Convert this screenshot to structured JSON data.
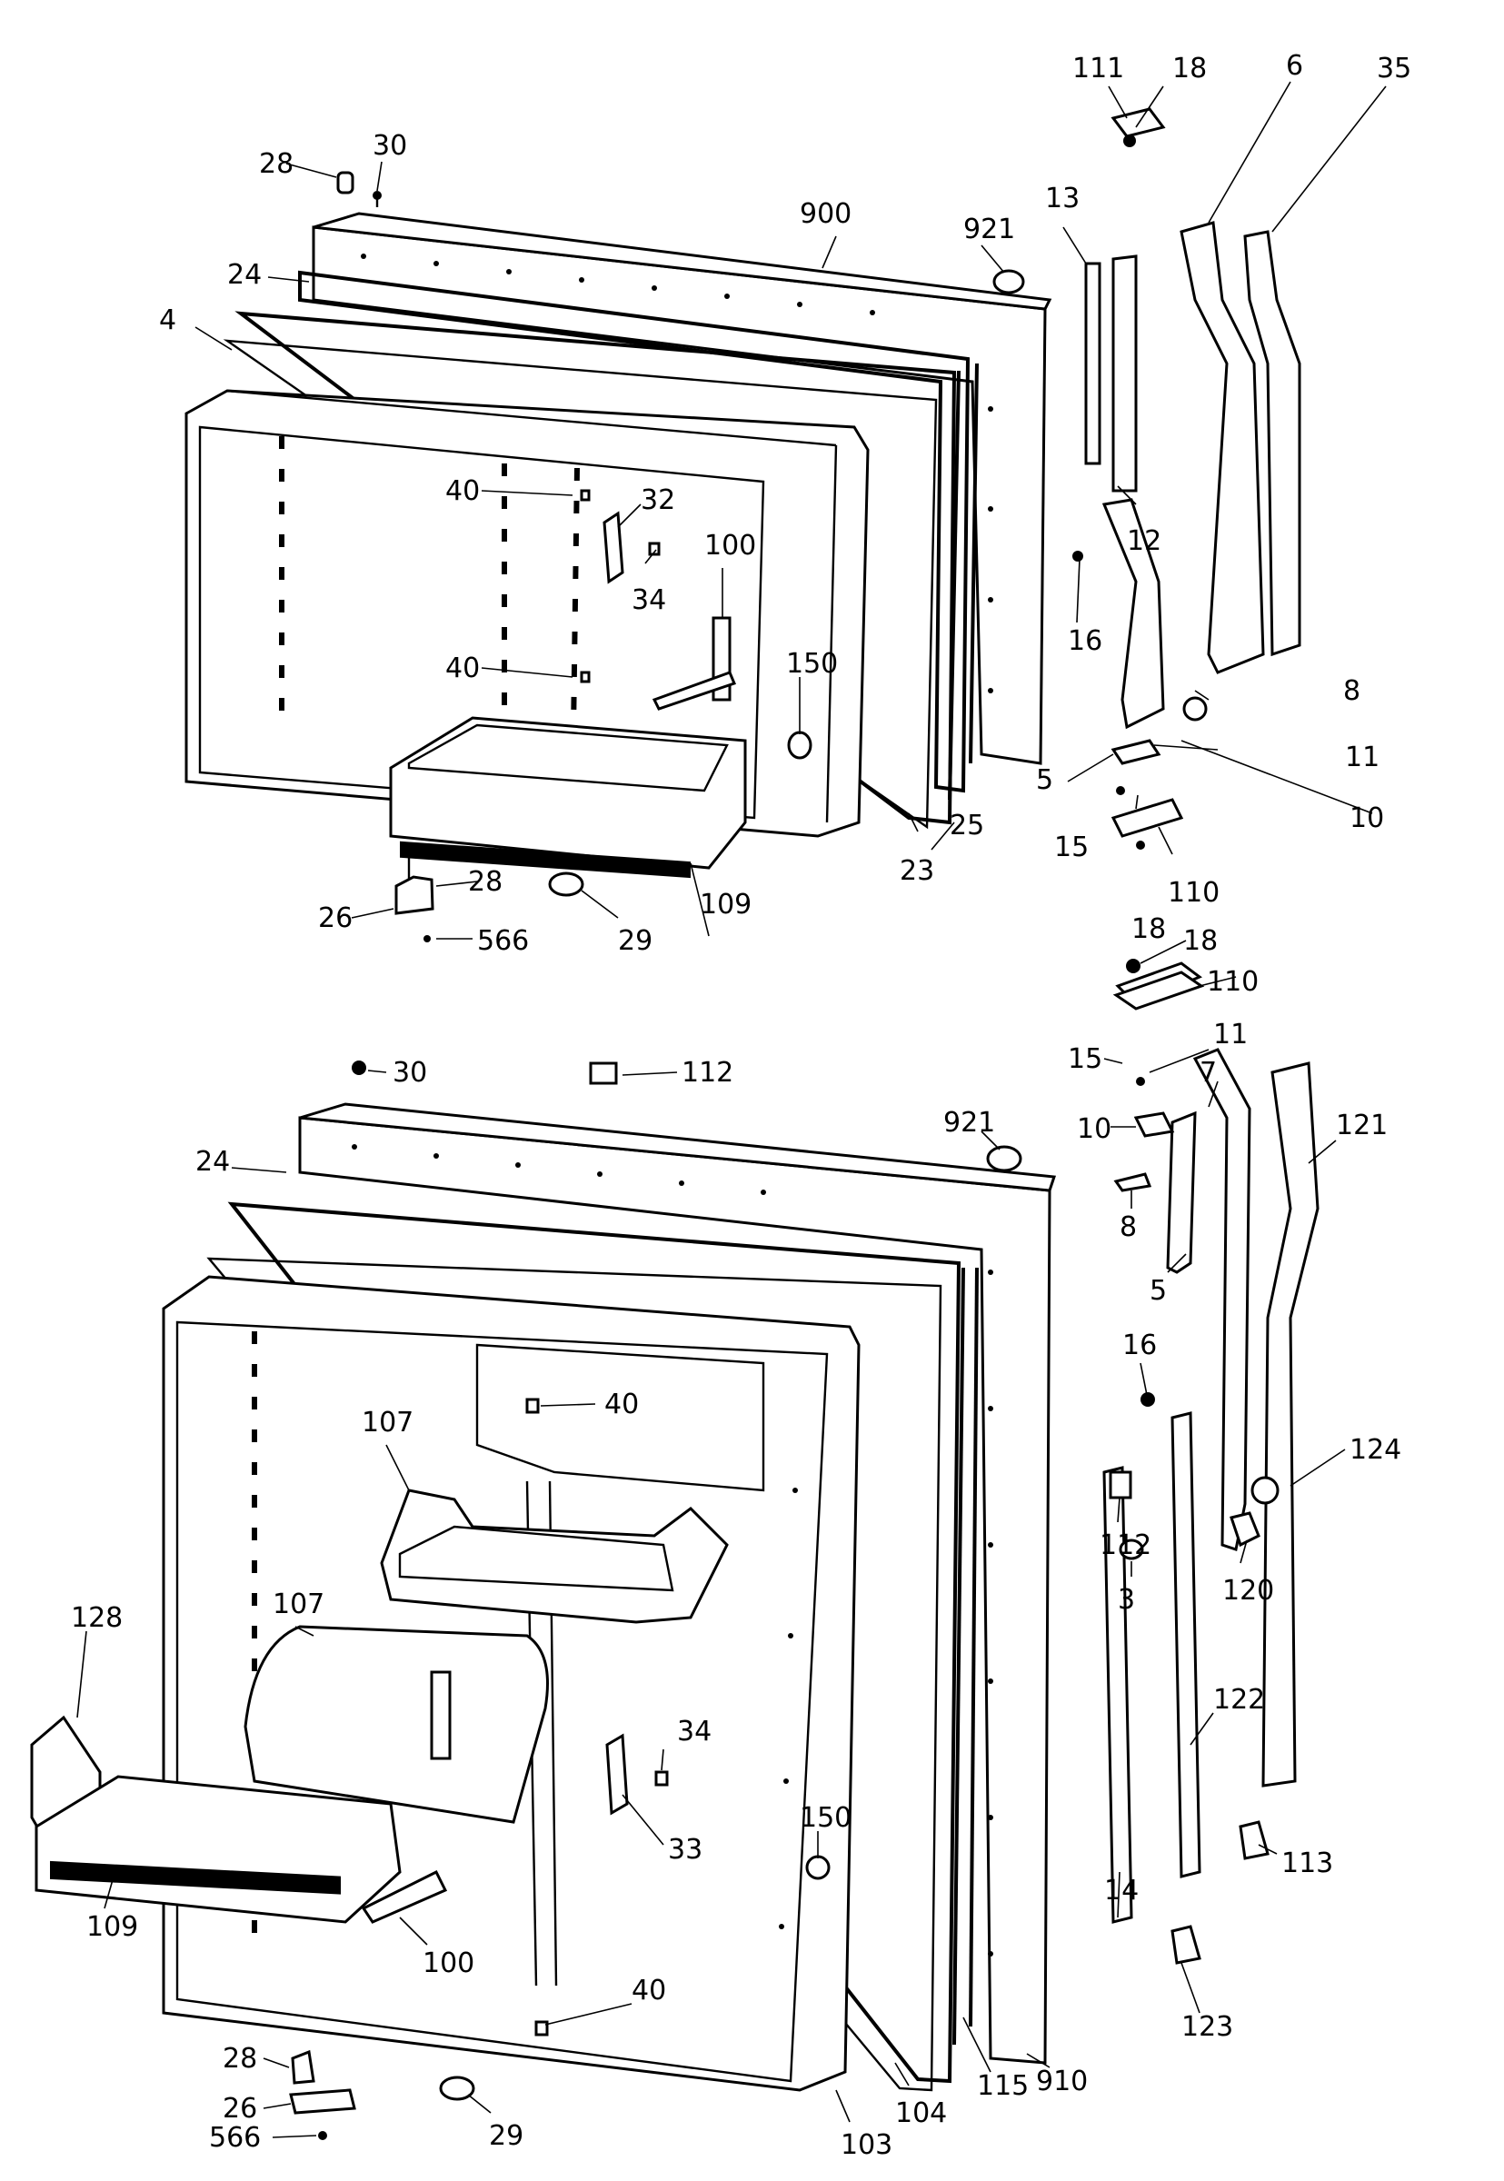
{
  "diagram": {
    "upper_assembly_labels": [
      {
        "id": "u111",
        "text": "111"
      },
      {
        "id": "u18a",
        "text": "18"
      },
      {
        "id": "u6",
        "text": "6"
      },
      {
        "id": "u35",
        "text": "35"
      },
      {
        "id": "u28a",
        "text": "28"
      },
      {
        "id": "u30",
        "text": "30"
      },
      {
        "id": "u13",
        "text": "13"
      },
      {
        "id": "u900",
        "text": "900"
      },
      {
        "id": "u921",
        "text": "921"
      },
      {
        "id": "u24",
        "text": "24"
      },
      {
        "id": "u4",
        "text": "4"
      },
      {
        "id": "u40a",
        "text": "40"
      },
      {
        "id": "u32",
        "text": "32"
      },
      {
        "id": "u12",
        "text": "12"
      },
      {
        "id": "u34",
        "text": "34"
      },
      {
        "id": "u100",
        "text": "100"
      },
      {
        "id": "u16",
        "text": "16"
      },
      {
        "id": "u40b",
        "text": "40"
      },
      {
        "id": "u150",
        "text": "150"
      },
      {
        "id": "u8",
        "text": "8"
      },
      {
        "id": "u11",
        "text": "11"
      },
      {
        "id": "u5",
        "text": "5"
      },
      {
        "id": "u10",
        "text": "10"
      },
      {
        "id": "u15",
        "text": "15"
      },
      {
        "id": "u25",
        "text": "25"
      },
      {
        "id": "u23",
        "text": "23"
      },
      {
        "id": "u28b",
        "text": "28"
      },
      {
        "id": "u110",
        "text": "110"
      },
      {
        "id": "u109",
        "text": "109"
      },
      {
        "id": "u26",
        "text": "26"
      },
      {
        "id": "u566",
        "text": "566"
      },
      {
        "id": "u29",
        "text": "29"
      },
      {
        "id": "u18b",
        "text": "18"
      }
    ],
    "lower_assembly_labels": [
      {
        "id": "l18",
        "text": "18"
      },
      {
        "id": "l110",
        "text": "110"
      },
      {
        "id": "l30",
        "text": "30"
      },
      {
        "id": "l112a",
        "text": "112"
      },
      {
        "id": "l15",
        "text": "15"
      },
      {
        "id": "l11",
        "text": "11"
      },
      {
        "id": "l7",
        "text": "7"
      },
      {
        "id": "l921",
        "text": "921"
      },
      {
        "id": "l121",
        "text": "121"
      },
      {
        "id": "l24",
        "text": "24"
      },
      {
        "id": "l10",
        "text": "10"
      },
      {
        "id": "l8",
        "text": "8"
      },
      {
        "id": "l5",
        "text": "5"
      },
      {
        "id": "l16",
        "text": "16"
      },
      {
        "id": "l40a",
        "text": "40"
      },
      {
        "id": "l107a",
        "text": "107"
      },
      {
        "id": "l124",
        "text": "124"
      },
      {
        "id": "l112b",
        "text": "112"
      },
      {
        "id": "l120",
        "text": "120"
      },
      {
        "id": "l107b",
        "text": "107"
      },
      {
        "id": "l3",
        "text": "3"
      },
      {
        "id": "l128",
        "text": "128"
      },
      {
        "id": "l122",
        "text": "122"
      },
      {
        "id": "l34",
        "text": "34"
      },
      {
        "id": "l33",
        "text": "33"
      },
      {
        "id": "l113",
        "text": "113"
      },
      {
        "id": "l150",
        "text": "150"
      },
      {
        "id": "l14",
        "text": "14"
      },
      {
        "id": "l109",
        "text": "109"
      },
      {
        "id": "l100",
        "text": "100"
      },
      {
        "id": "l40b",
        "text": "40"
      },
      {
        "id": "l123",
        "text": "123"
      },
      {
        "id": "l910",
        "text": "910"
      },
      {
        "id": "l28",
        "text": "28"
      },
      {
        "id": "l115",
        "text": "115"
      },
      {
        "id": "l26",
        "text": "26"
      },
      {
        "id": "l104",
        "text": "104"
      },
      {
        "id": "l566",
        "text": "566"
      },
      {
        "id": "l29",
        "text": "29"
      },
      {
        "id": "l103",
        "text": "103"
      }
    ]
  }
}
